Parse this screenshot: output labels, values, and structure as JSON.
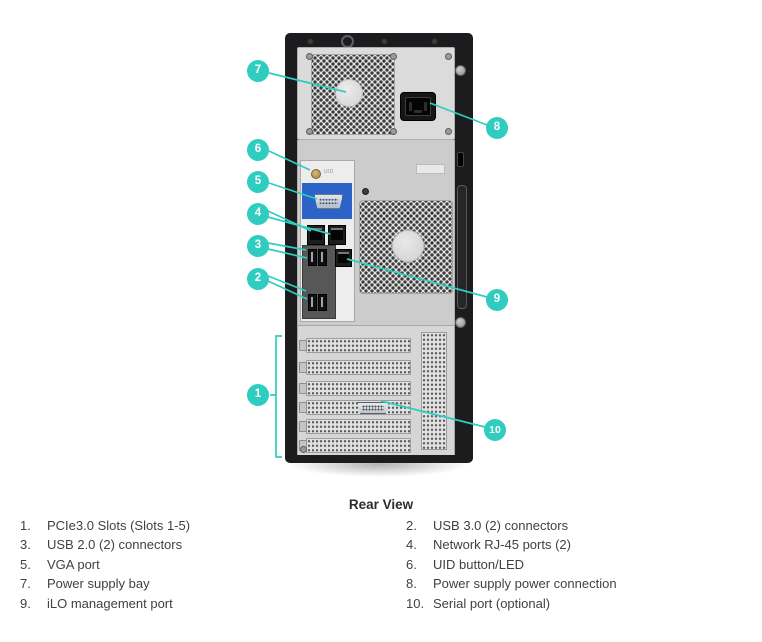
{
  "caption": "Rear View",
  "callouts": [
    {
      "num": "1",
      "label": "PCIe3.0 Slots (Slots 1-5)"
    },
    {
      "num": "2",
      "label": "USB 3.0 (2) connectors"
    },
    {
      "num": "3",
      "label": "USB 2.0 (2) connectors"
    },
    {
      "num": "4",
      "label": "Network RJ-45 ports (2)"
    },
    {
      "num": "5",
      "label": "VGA port"
    },
    {
      "num": "6",
      "label": "UID button/LED"
    },
    {
      "num": "7",
      "label": "Power supply bay"
    },
    {
      "num": "8",
      "label": "Power supply power connection"
    },
    {
      "num": "9",
      "label": "iLO management port"
    },
    {
      "num": "10",
      "label": "Serial port (optional)"
    }
  ],
  "legend": {
    "left": [
      {
        "num": "1.",
        "text": "PCIe3.0 Slots (Slots 1-5)"
      },
      {
        "num": "3.",
        "text": "USB 2.0 (2) connectors"
      },
      {
        "num": "5.",
        "text": "VGA port"
      },
      {
        "num": "7.",
        "text": "Power supply bay"
      },
      {
        "num": "9.",
        "text": "iLO management port"
      }
    ],
    "right": [
      {
        "num": "2.",
        "text": "USB 3.0 (2) connectors"
      },
      {
        "num": "4.",
        "text": "Network RJ-45 ports (2)"
      },
      {
        "num": "6.",
        "text": "UID button/LED"
      },
      {
        "num": "8.",
        "text": "Power supply power connection"
      },
      {
        "num": "10.",
        "text": "Serial port (optional)"
      }
    ]
  },
  "colors": {
    "callout_teal": "#2ECDBF",
    "vga_blue": "#2B63C6",
    "chassis_black": "#1C1C1E",
    "legend_text": "#414141"
  }
}
